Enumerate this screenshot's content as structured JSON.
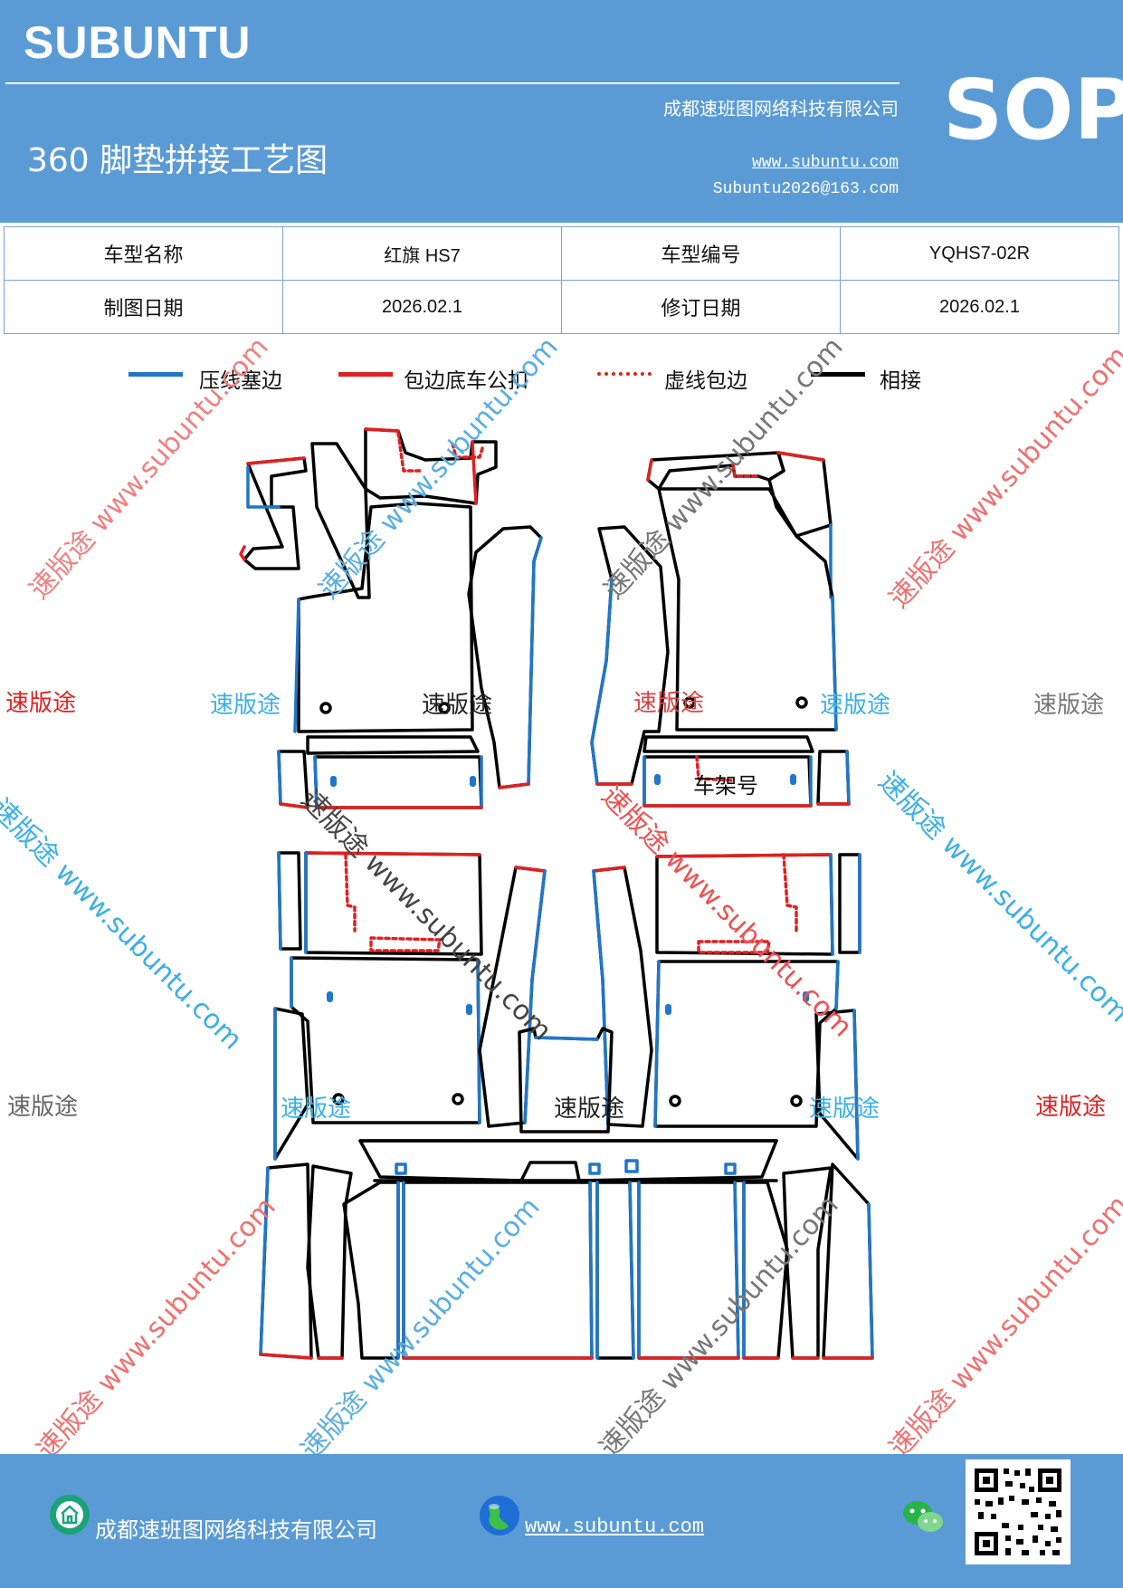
{
  "header": {
    "brand": "SUBUNTU",
    "company": "成都速班图网络科技有限公司",
    "title": "360 脚垫拼接工艺图",
    "website": "www.subuntu.com",
    "email": "Subuntu2026@163.com",
    "badge": "SOP",
    "bg_color": "#5b9bd5"
  },
  "info_table": {
    "rows": [
      [
        "车型名称",
        "红旗 HS7",
        "车型编号",
        "YQHS7-02R"
      ],
      [
        "制图日期",
        "2026.02.1",
        "修订日期",
        "2026.02.1"
      ]
    ]
  },
  "legend": [
    {
      "label": "压线塞边",
      "color": "#1f77c8",
      "style": "solid"
    },
    {
      "label": "包边底车公扣",
      "color": "#e02020",
      "style": "solid"
    },
    {
      "label": "虚线包边",
      "color": "#e02020",
      "style": "dotted"
    },
    {
      "label": "相接",
      "color": "#000000",
      "style": "solid"
    }
  ],
  "diagram": {
    "label_frame_number": "车架号"
  },
  "watermarks": {
    "brand_cn": "速版途",
    "diagonal": "速版途 www.subuntu.com"
  },
  "footer": {
    "company": "成都速班图网络科技有限公司",
    "website": "www.subuntu.com",
    "icons": [
      "company-icon",
      "globe-icon",
      "wechat-icon",
      "qr-code-icon"
    ]
  }
}
